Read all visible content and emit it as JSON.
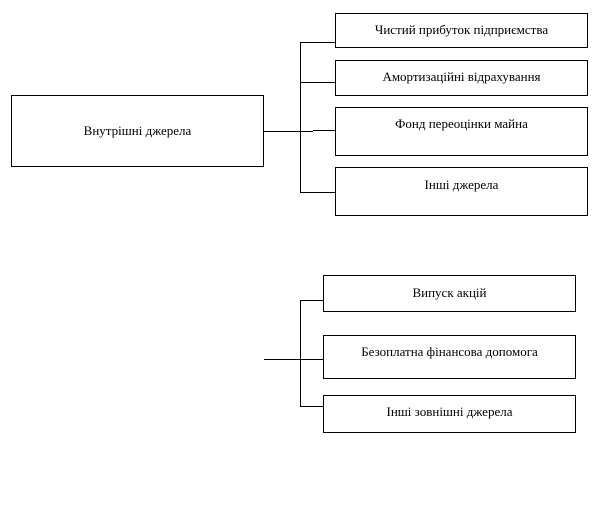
{
  "internal": {
    "root": "Внутрішні джерела",
    "children": [
      "Чистий прибуток підприємства",
      "Амортизаційні відрахування",
      "Фонд переоцінки майна",
      "Інші джерела"
    ]
  },
  "external": {
    "children": [
      "Випуск акцій",
      "Безоплатна фінансова допомога",
      "Інші зовнішні джерела"
    ]
  }
}
